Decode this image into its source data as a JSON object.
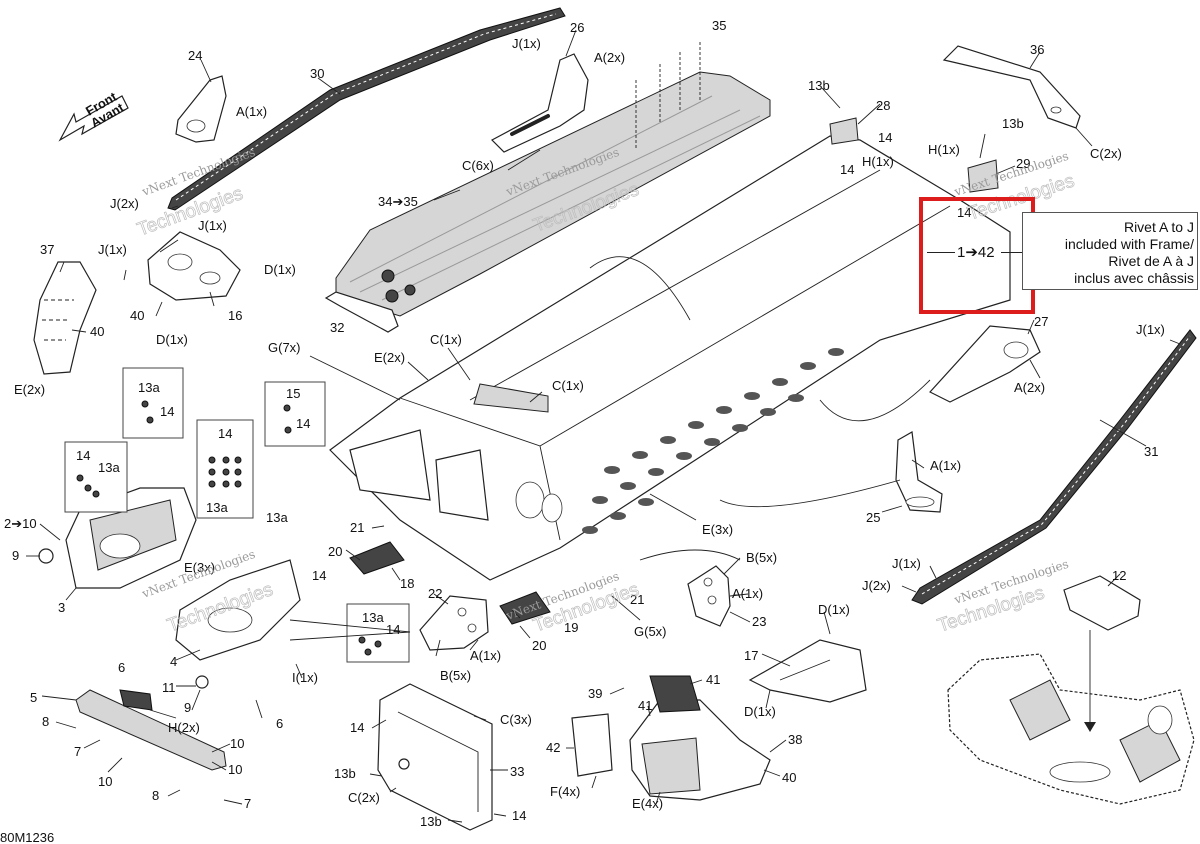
{
  "labels": {
    "c24": "24",
    "c30": "30",
    "cJ1_top": "J(1x)",
    "c26": "26",
    "cA2_top": "A(2x)",
    "c35": "35",
    "c36": "36",
    "c13b_top": "13b",
    "c28": "28",
    "c14_a": "14",
    "cH1_a": "H(1x)",
    "c14_b": "14",
    "c13b_r": "13b",
    "cH1_b": "H(1x)",
    "c29": "29",
    "cC2_r": "C(2x)",
    "cA1_24": "A(1x)",
    "cC6": "C(6x)",
    "c34_35": "34➔35",
    "cJ2_l": "J(2x)",
    "cJ1_l": "J(1x)",
    "c37": "37",
    "cJ1_m": "J(1x)",
    "cD1_16": "D(1x)",
    "c40_l": "40",
    "c16": "16",
    "cD1_b": "D(1x)",
    "c40_37": "40",
    "cE2_l": "E(2x)",
    "c32": "32",
    "cG7": "G(7x)",
    "cE2_m": "E(2x)",
    "cC1_a": "C(1x)",
    "cC1_b": "C(1x)",
    "c27": "27",
    "cA2_27": "A(2x)",
    "cJ1_r": "J(1x)",
    "c31": "31",
    "c13a_box1": "13a",
    "c14_box1": "14",
    "c15": "15",
    "c14_box15": "14",
    "c14_box2": "14",
    "c13a_box2": "13a",
    "c14_box3": "14",
    "c13a_box3": "13a",
    "c2_10": "2➔10",
    "c9_l": "9",
    "c3": "3",
    "cE3_a": "E(3x)",
    "c13a_m": "13a",
    "c14_m": "14",
    "c21_a": "21",
    "c20_a": "20",
    "c18": "18",
    "cE3_b": "E(3x)",
    "cA1_25": "A(1x)",
    "c25": "25",
    "cB5_a": "B(5x)",
    "cA1_23": "A(1x)",
    "c23": "23",
    "c22": "22",
    "c21_b": "21",
    "cG5": "G(5x)",
    "c19": "19",
    "c20_b": "20",
    "cA1_22": "A(1x)",
    "cB5_b": "B(5x)",
    "c13a_box4": "13a",
    "c14_box4": "14",
    "c6_a": "6",
    "c4": "4",
    "cI1": "I(1x)",
    "c11": "11",
    "c9_m": "9",
    "c5": "5",
    "cH2": "H(2x)",
    "c6_b": "6",
    "c8_a": "8",
    "c7_a": "7",
    "c10_a": "10",
    "c10_b": "10",
    "c10_c": "10",
    "c8_b": "8",
    "c7_b": "7",
    "c14_rad": "14",
    "cC3": "C(3x)",
    "c33": "33",
    "c13b_rad": "13b",
    "cC2_rad": "C(2x)",
    "c13b_bot": "13b",
    "c14_bot": "14",
    "c39": "39",
    "c41_a": "41",
    "c41_b": "41",
    "c42": "42",
    "cF4": "F(4x)",
    "cE4": "E(4x)",
    "c38": "38",
    "c40_b": "40",
    "cD1_17": "D(1x)",
    "c17": "17",
    "cD1_17b": "D(1x)",
    "cJ1_rb": "J(1x)",
    "cJ2_rb": "J(2x)",
    "c12": "12",
    "fig_id": "80M1236",
    "front_en": "Front",
    "front_fr": "Avant"
  },
  "highlight": {
    "top_label": "14",
    "range_label": "1➔42"
  },
  "note": {
    "line1": "Rivet A to J",
    "line2": "included with Frame/",
    "line3": "Rivet de A à J",
    "line4": "inclus avec châssis"
  },
  "watermark": {
    "small": "vNext Technologies",
    "big": "Technologies"
  },
  "colors": {
    "highlight_border": "#dd1c1c",
    "line": "#222222",
    "watermark": "#9a9a9a"
  }
}
